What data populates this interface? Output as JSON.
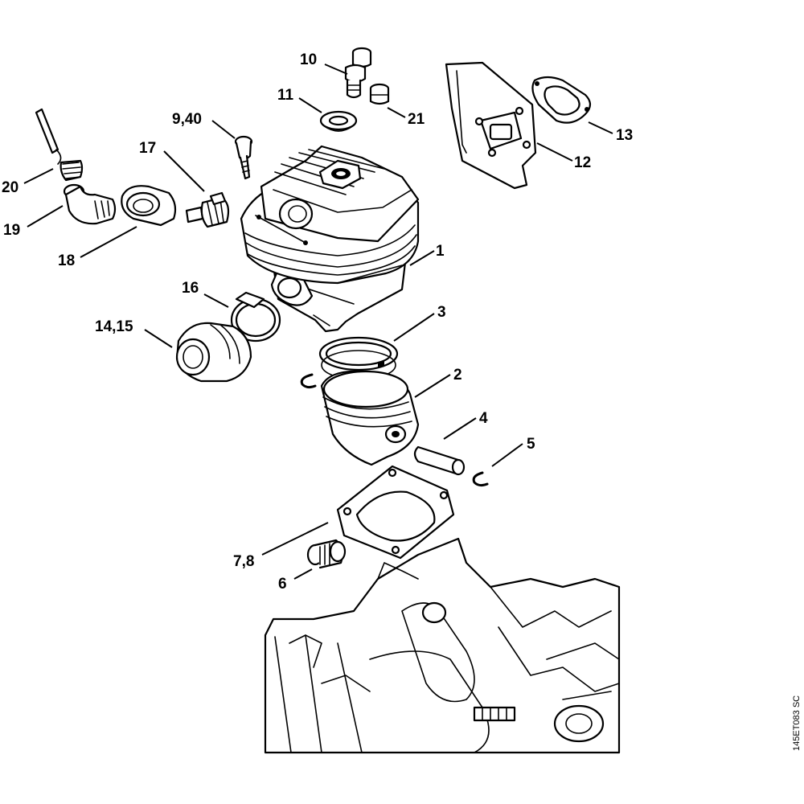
{
  "diagram": {
    "callouts": [
      "10",
      "11",
      "21",
      "9,40",
      "17",
      "20",
      "19",
      "18",
      "12",
      "13",
      "1",
      "16",
      "14,15",
      "3",
      "2",
      "4",
      "5",
      "7,8",
      "6"
    ],
    "drawing_code": "145ET083 SC"
  }
}
